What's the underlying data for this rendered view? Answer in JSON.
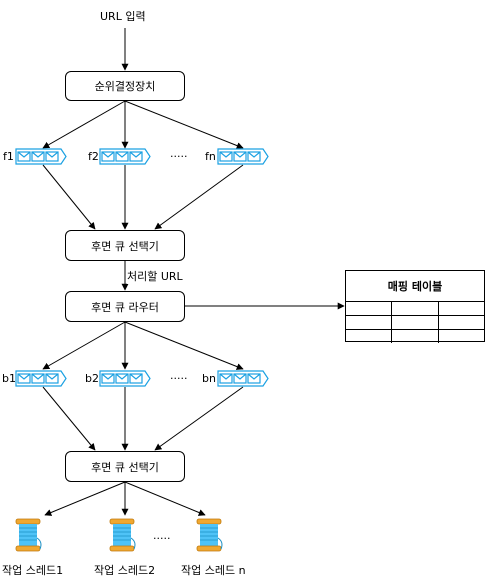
{
  "input_label": "URL  입력",
  "prioritizer_label": "순위결정장치",
  "front_queues": [
    {
      "label": "f1"
    },
    {
      "label": "f2"
    },
    {
      "label": "fn"
    }
  ],
  "front_ellipsis": "·····",
  "back_selector_label_1": "후면 큐 선택기",
  "edge_label": "처리할 URL",
  "router_label": "후면 큐 라우터",
  "mapping_table": {
    "title": "매핑 테이블",
    "rows": 3,
    "cols": 3
  },
  "back_queues": [
    {
      "label": "b1"
    },
    {
      "label": "b2"
    },
    {
      "label": "bn"
    }
  ],
  "back_ellipsis": "·····",
  "back_selector_label_2": "후면 큐 선택기",
  "threads": [
    {
      "label": "작업 스레드1"
    },
    {
      "label": "작업 스레드2"
    },
    {
      "label": "작업 스레드 n"
    }
  ],
  "thread_ellipsis": "·····",
  "colors": {
    "queue": "#1ba1e2",
    "thread_body": "#4fc3f7",
    "thread_cap": "#f0a830"
  }
}
